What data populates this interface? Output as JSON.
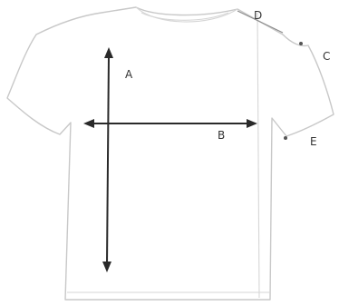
{
  "labels": {
    "a": "A",
    "b": "B",
    "c": "C",
    "d": "D",
    "e": "E"
  },
  "colors": {
    "outline": "#c8c8c8",
    "measure_line": "#2a2a2a",
    "label_text": "#333333"
  }
}
